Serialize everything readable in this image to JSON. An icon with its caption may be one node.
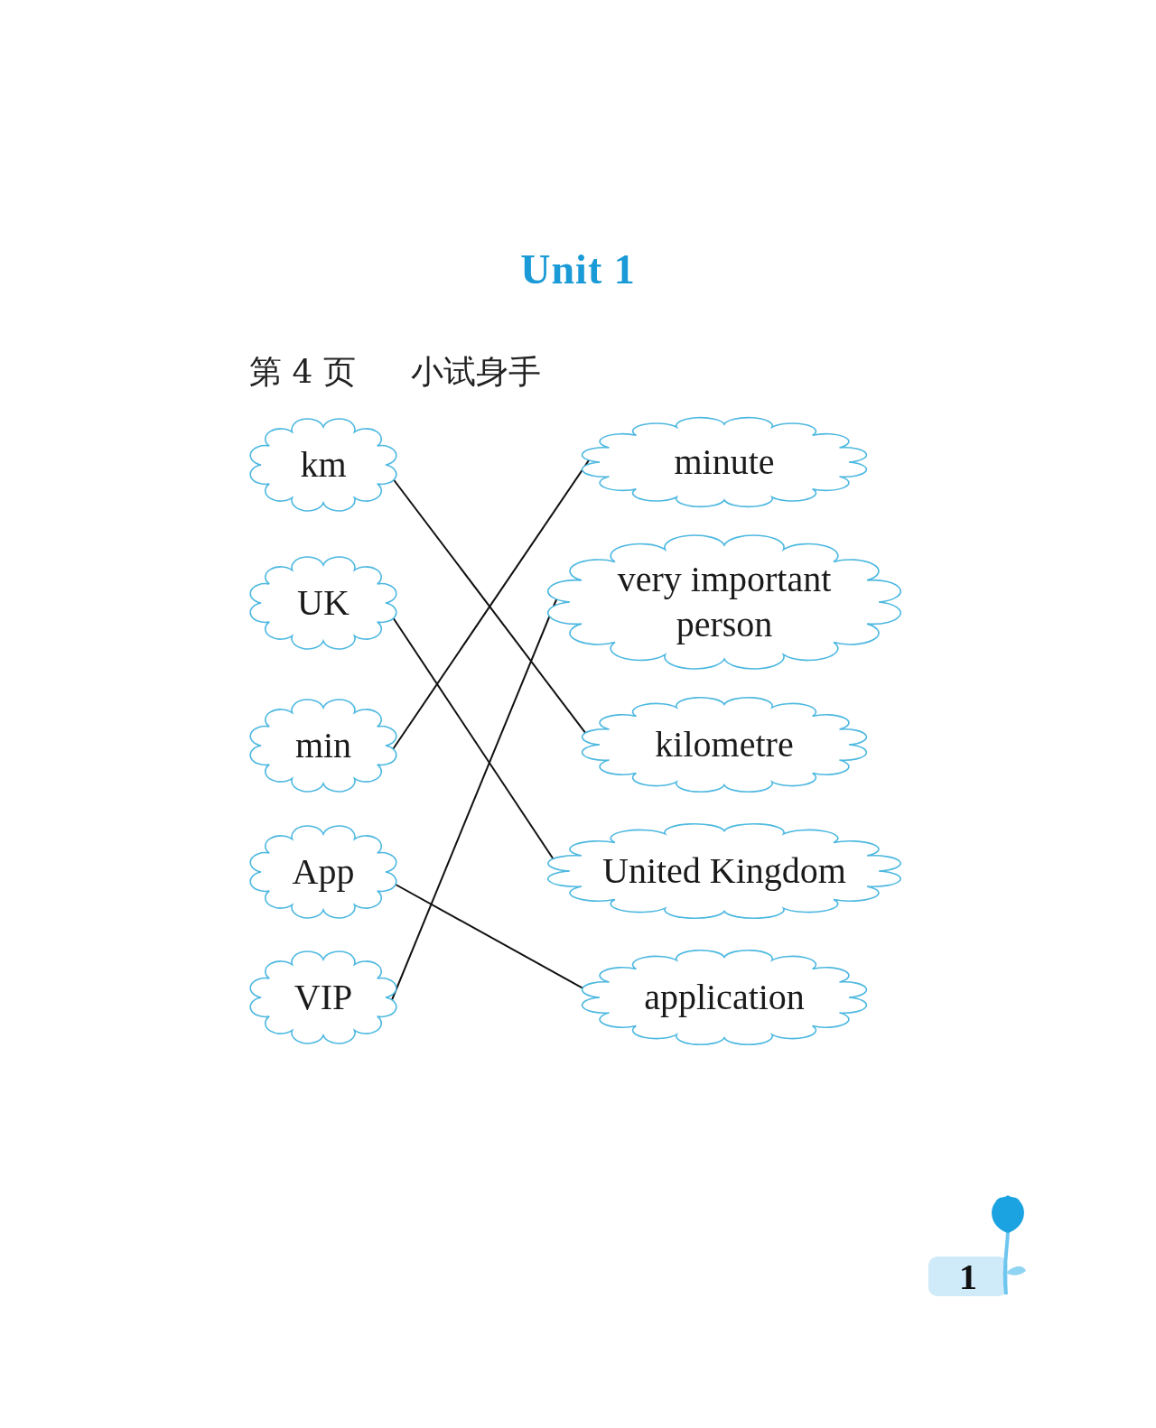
{
  "diagram": {
    "title": "Unit 1",
    "nodes": [
      {
        "text": [
          "km"
        ]
      },
      {
        "text": [
          "UK"
        ]
      },
      {
        "text": [
          "min"
        ]
      },
      {
        "text": [
          "App"
        ]
      },
      {
        "text": [
          "VIP"
        ]
      },
      {
        "text": [
          "minute"
        ]
      },
      {
        "text": [
          "very important person"
        ]
      },
      {
        "text": [
          "kilometre"
        ]
      },
      {
        "text": [
          "United Kingdom"
        ]
      },
      {
        "text": [
          "application"
        ]
      }
    ],
    "edges": [
      {
        "from": 0,
        "to": 7,
        "arrow": "none"
      },
      {
        "from": 1,
        "to": 8,
        "arrow": "none"
      },
      {
        "from": 2,
        "to": 5,
        "arrow": "none"
      },
      {
        "from": 3,
        "to": 9,
        "arrow": "none"
      },
      {
        "from": 4,
        "to": 6,
        "arrow": "none"
      }
    ],
    "labels": [
      "第 4 页",
      "小试身手",
      "1"
    ]
  }
}
